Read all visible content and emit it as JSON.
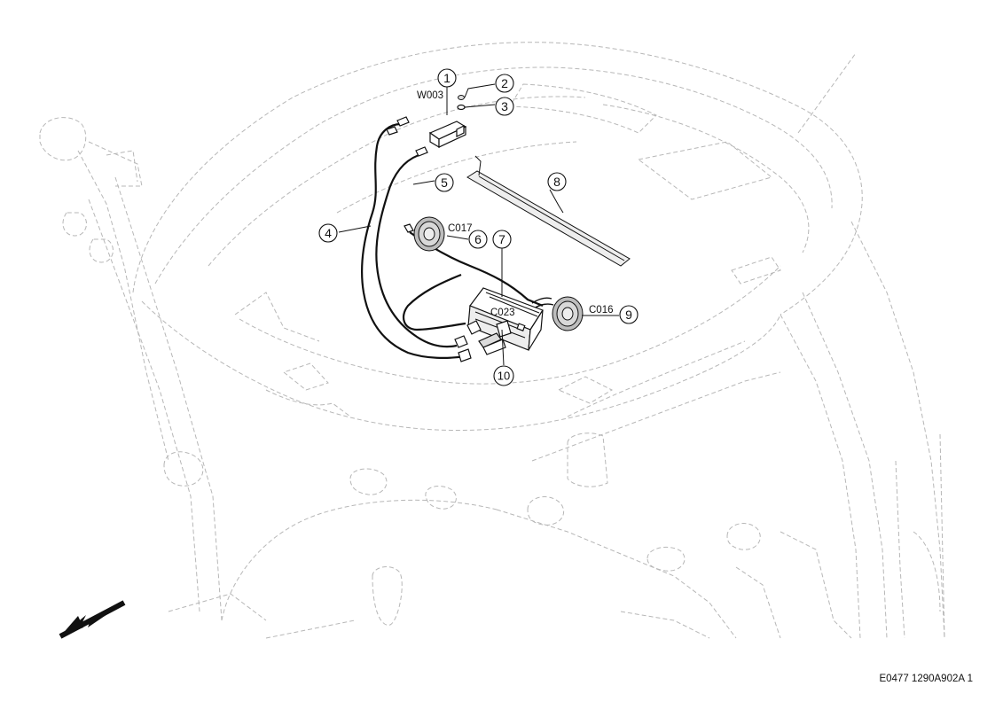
{
  "diagram": {
    "callouts": [
      "1",
      "2",
      "3",
      "4",
      "5",
      "6",
      "7",
      "8",
      "9",
      "10"
    ],
    "connector_labels": {
      "w003": "W003",
      "c017": "C017",
      "c016": "C016",
      "c023": "C023"
    },
    "figure_code": "E0477 1290A902A 1"
  }
}
